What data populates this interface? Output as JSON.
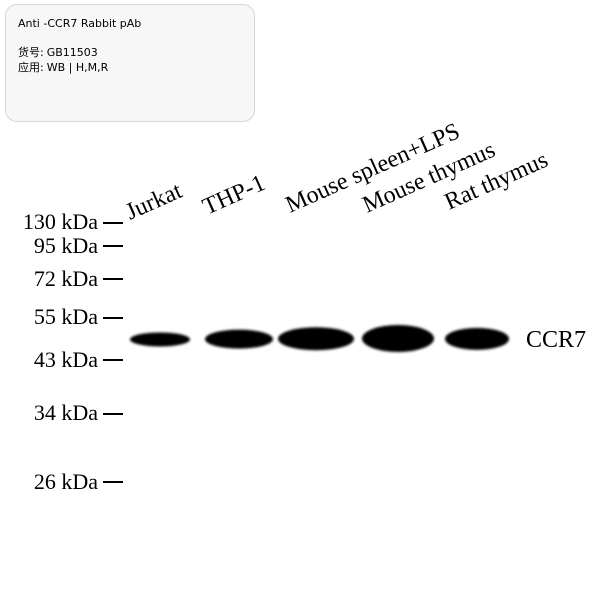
{
  "product": {
    "title": "Anti -CCR7 Rabbit pAb",
    "catalog_label": "货号:",
    "catalog_value": "GB11503",
    "application_label": "应用:",
    "application_value": "WB | H,M,R"
  },
  "lanes": [
    {
      "label": "Jurkat",
      "intensity": 0.35
    },
    {
      "label": "THP-1",
      "intensity": 0.6
    },
    {
      "label": "Mouse spleen+LPS",
      "intensity": 0.8
    },
    {
      "label": "Mouse thymus",
      "intensity": 1.0
    },
    {
      "label": "Rat thymus",
      "intensity": 0.75
    }
  ],
  "markers": [
    {
      "label": "130 kDa",
      "kda": 130
    },
    {
      "label": "95 kDa",
      "kda": 95
    },
    {
      "label": "72 kDa",
      "kda": 72
    },
    {
      "label": "55 kDa",
      "kda": 55
    },
    {
      "label": "43 kDa",
      "kda": 43
    },
    {
      "label": "34 kDa",
      "kda": 34
    },
    {
      "label": "26 kDa",
      "kda": 26
    }
  ],
  "band_label": "CCR7",
  "colors": {
    "band": "#000000",
    "card_border": "#d7d7d7",
    "card_bg": "#f7f7f7"
  }
}
